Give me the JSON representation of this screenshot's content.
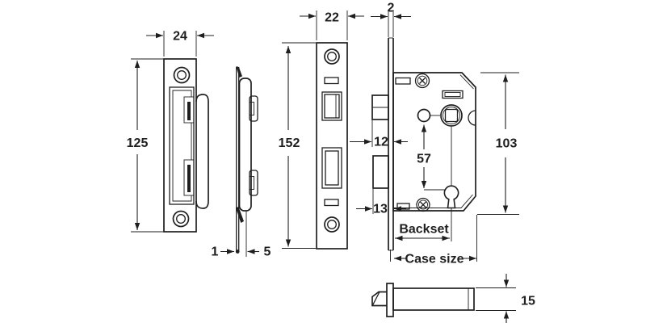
{
  "labels": {
    "strike_width": "24",
    "strike_height": "125",
    "strike_thickness": "1",
    "strike_lip": "5",
    "faceplate_width": "22",
    "faceplate_height": "152",
    "forend_thickness": "2",
    "latch_projection": "12",
    "deadbolt_projection": "13",
    "case_height": "103",
    "spindle_to_keyhole": "57",
    "backset": "Backset",
    "case_size": "Case size",
    "latch_height": "15"
  },
  "colors": {
    "line": "#1f1f1f",
    "background": "#ffffff"
  }
}
